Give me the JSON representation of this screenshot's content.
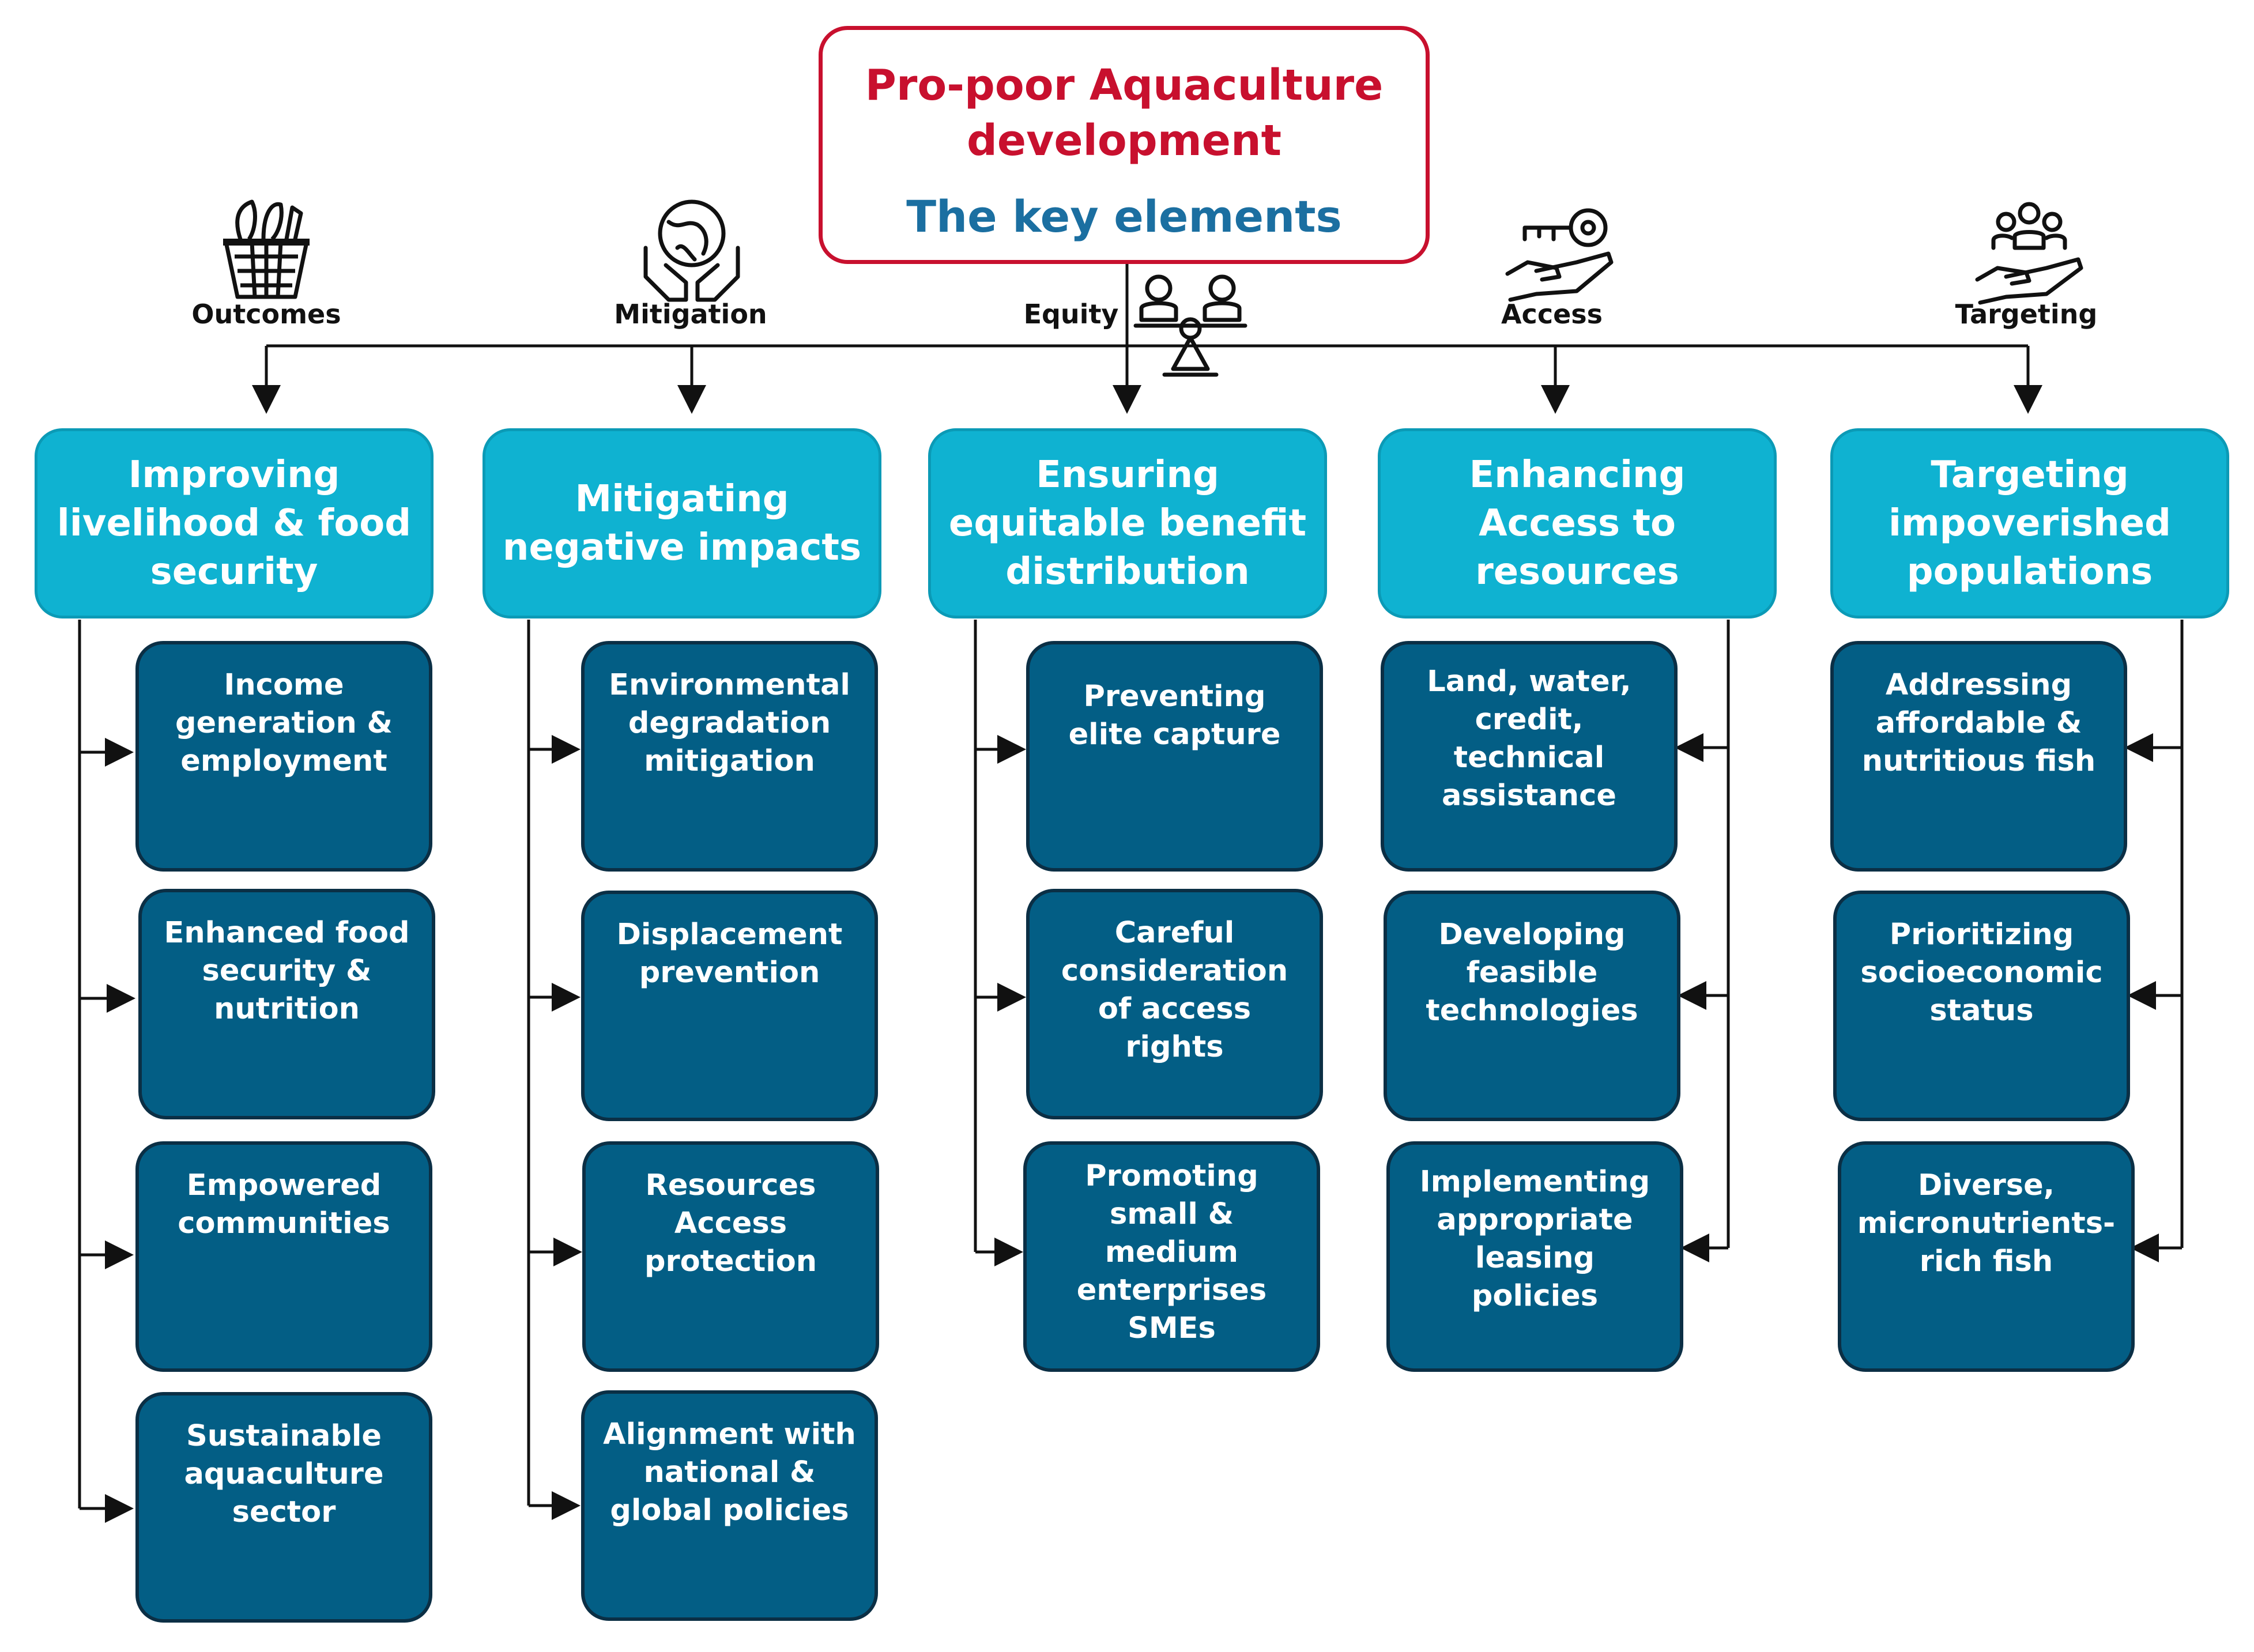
{
  "title": {
    "main": "Pro-poor Aquaculture\ndevelopment",
    "sub": "The key elements"
  },
  "categories": [
    {
      "label": "Outcomes",
      "icon": "fish-basket-icon"
    },
    {
      "label": "Mitigation",
      "icon": "globe-in-hands-icon"
    },
    {
      "label": "Equity",
      "icon": "balance-scale-people-icon"
    },
    {
      "label": "Access",
      "icon": "key-in-hand-icon"
    },
    {
      "label": "Targeting",
      "icon": "people-in-hand-icon"
    }
  ],
  "columns": [
    {
      "header": "Improving\nlivelihood & food\nsecurity",
      "items": [
        "Income\ngeneration &\nemployment",
        "Enhanced food\nsecurity &\nnutrition",
        "Empowered\ncommunities",
        "Sustainable\naquaculture\nsector"
      ]
    },
    {
      "header": "Mitigating\nnegative impacts",
      "items": [
        "Environmental\ndegradation\nmitigation",
        "Displacement\nprevention",
        "Resources\nAccess\nprotection",
        "Alignment with\nnational &\nglobal policies"
      ]
    },
    {
      "header": "Ensuring\nequitable benefit\ndistribution",
      "items": [
        "Preventing\nelite capture",
        "Careful\nconsideration\nof access\nrights",
        "Promoting\nsmall &\nmedium\nenterprises\nSMEs"
      ]
    },
    {
      "header": "Enhancing\nAccess to\nresources",
      "items": [
        "Land, water,\ncredit,\ntechnical\nassistance",
        "Developing\nfeasible\ntechnologies",
        "Implementing\nappropriate\nleasing\npolicies"
      ]
    },
    {
      "header": "Targeting\nimpoverished\npopulations",
      "items": [
        "Addressing\naffordable &\nnutritious fish",
        "Prioritizing\nsocioeconomic\nstatus",
        "Diverse,\nmicronutrients-\nrich fish"
      ]
    }
  ],
  "colors": {
    "title_border": "#c8102e",
    "title_main": "#c8102e",
    "title_sub": "#1b6fa1",
    "header_fill": "#0fb2d1",
    "item_fill": "#035e85",
    "item_border": "#0b2f45",
    "connector": "#111111"
  }
}
